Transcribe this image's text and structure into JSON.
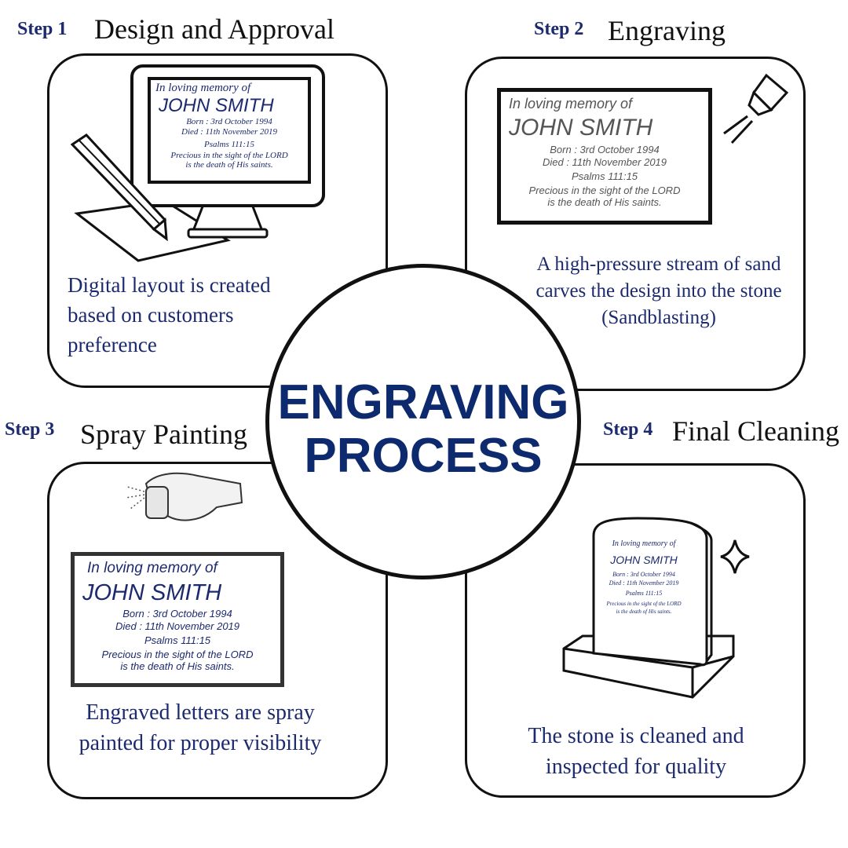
{
  "center": {
    "line1": "ENGRAVING",
    "line2": "PROCESS"
  },
  "plaque_text": {
    "line1": "In loving memory of",
    "name": "JOHN SMITH",
    "born": "Born : 3rd October 1994",
    "died": "Died : 11th November 2019",
    "verse_ref": "Psalms 111:15",
    "verse_1": "Precious in the sight of the LORD",
    "verse_2": "is the death of His saints."
  },
  "steps": [
    {
      "label": "Step 1",
      "title": "Design and Approval",
      "description": "Digital layout is created based on customers preference"
    },
    {
      "label": "Step 2",
      "title": "Engraving",
      "description": "A high-pressure stream of sand carves the design into the stone (Sandblasting)"
    },
    {
      "label": "Step 3",
      "title": "Spray Painting",
      "description": "Engraved letters are spray painted for proper visibility"
    },
    {
      "label": "Step 4",
      "title": "Final Cleaning",
      "description": "The stone is cleaned and inspected for quality"
    }
  ],
  "icons": [
    "computer-monitor-icon",
    "pencil-icon",
    "paper-icon",
    "sandblast-nozzle-icon",
    "spray-hand-icon",
    "headstone-icon",
    "sparkle-icon"
  ],
  "colors": {
    "accent": "#1c2a6e",
    "title": "#0e2a6e"
  }
}
